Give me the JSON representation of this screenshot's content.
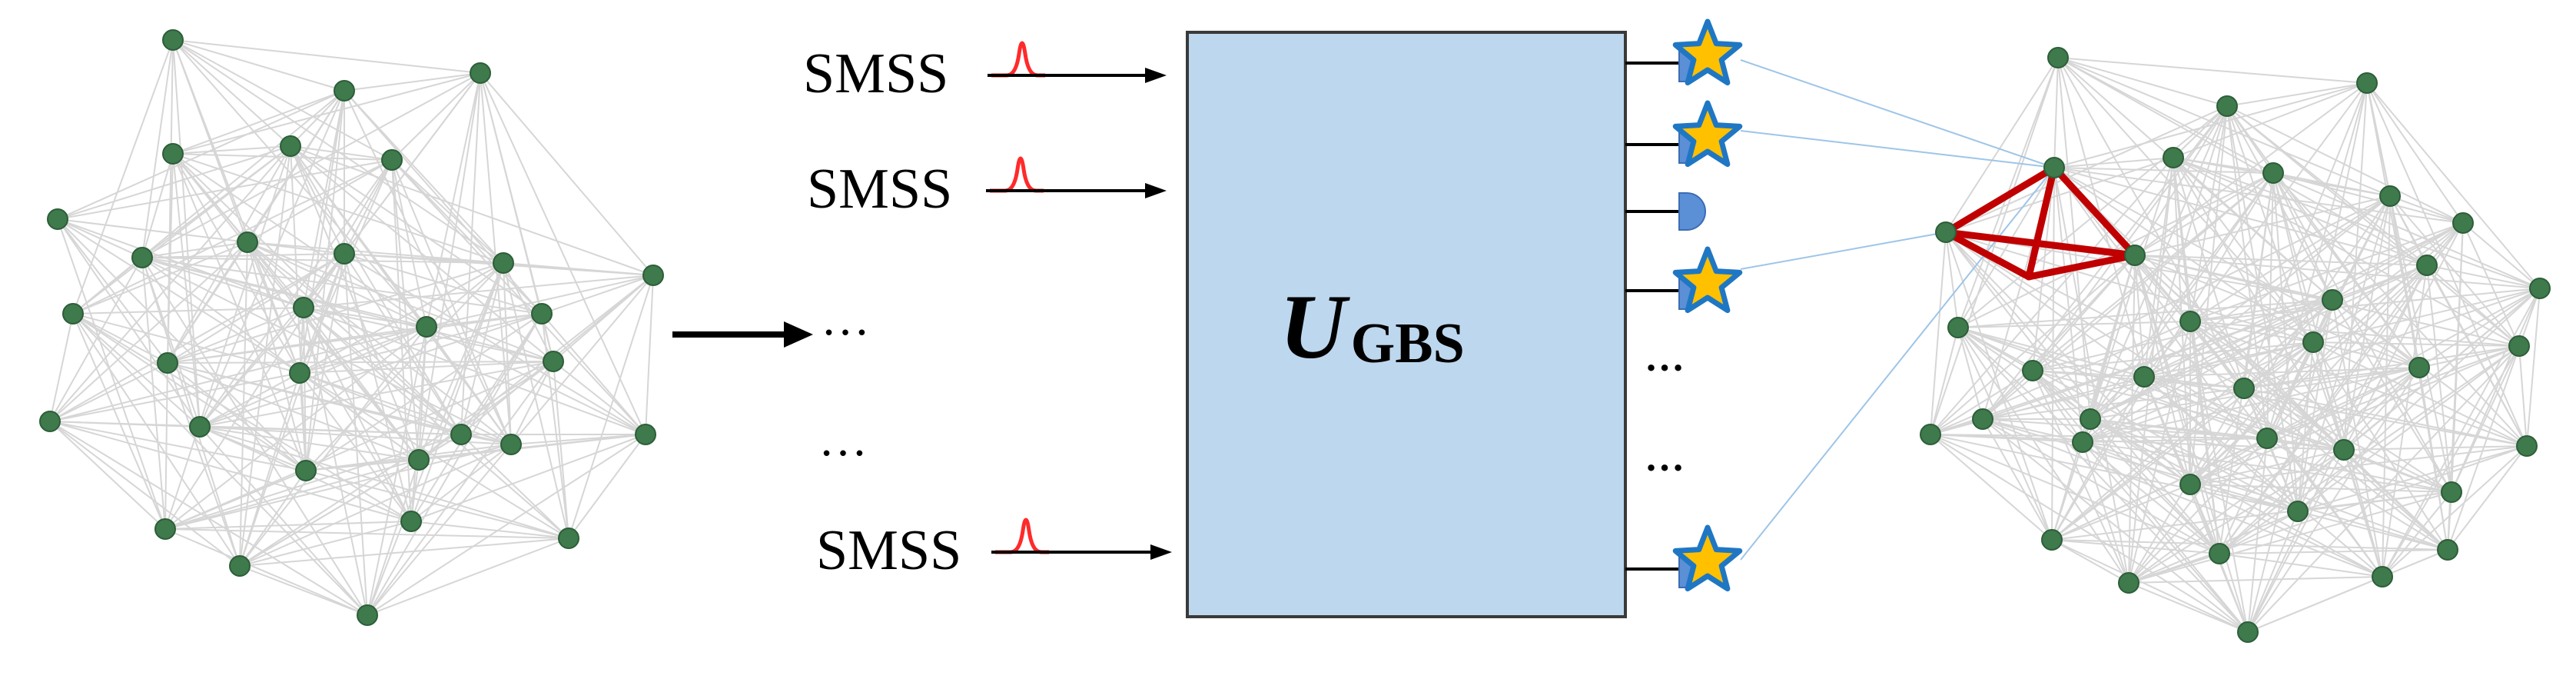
{
  "input_labels": {
    "smss_1": "SMSS",
    "smss_2": "SMSS",
    "ellipsis_1": "…",
    "ellipsis_2": "…",
    "smss_3": "SMSS"
  },
  "box": {
    "main": "U",
    "sub": "GBS"
  },
  "output_labels": {
    "dots_1": "…",
    "dots_2": "…"
  },
  "colors": {
    "node": "#3e7a4c",
    "edge": "#d6d6d6",
    "box_fill": "#bdd7ee",
    "pulse": "#ff2a2a",
    "detector": "#5b8fd6",
    "star_fill": "#ffc000",
    "star_stroke": "#1f77c4",
    "subgraph": "#c00000",
    "link": "#9ec5e8"
  },
  "icons": {
    "pulse": "gaussian-pulse-icon",
    "detector": "detector-icon",
    "click": "star-icon"
  }
}
